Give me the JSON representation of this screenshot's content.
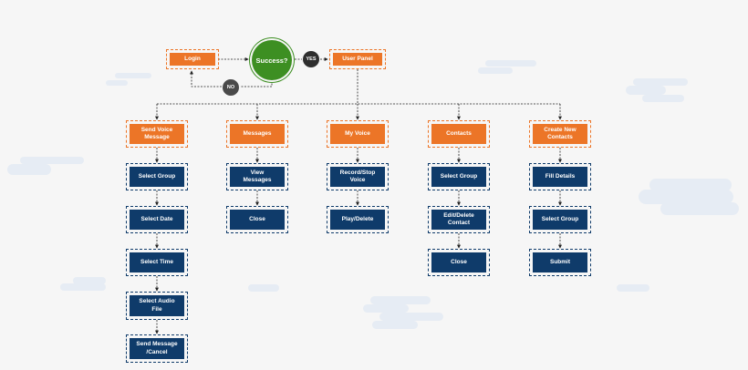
{
  "diagram": {
    "login": "Login",
    "decision": "Success?",
    "yes": "YES",
    "no": "NO",
    "panel": "User Panel",
    "branches": [
      {
        "heading": "Send Voice\nMessage",
        "steps": [
          "Select Group",
          "Select Date",
          "Select Time",
          "Select Audio\nFile",
          "Send Message\n/Cancel"
        ]
      },
      {
        "heading": "Messages",
        "steps": [
          "View\nMessages",
          "Close"
        ]
      },
      {
        "heading": "My Voice",
        "steps": [
          "Record/Stop\nVoice",
          "Play/Delete"
        ]
      },
      {
        "heading": "Contacts",
        "steps": [
          "Select Group",
          "Edit/Delete\nContact",
          "Close"
        ]
      },
      {
        "heading": "Create New\nContacts",
        "steps": [
          "Fill Details",
          "Select Group",
          "Submit"
        ]
      }
    ]
  },
  "colors": {
    "primary": "#ec7527",
    "step": "#0f3b6a",
    "decision": "#3d8f22",
    "label_dark": "#2e2e2e",
    "connector": "#222222"
  }
}
